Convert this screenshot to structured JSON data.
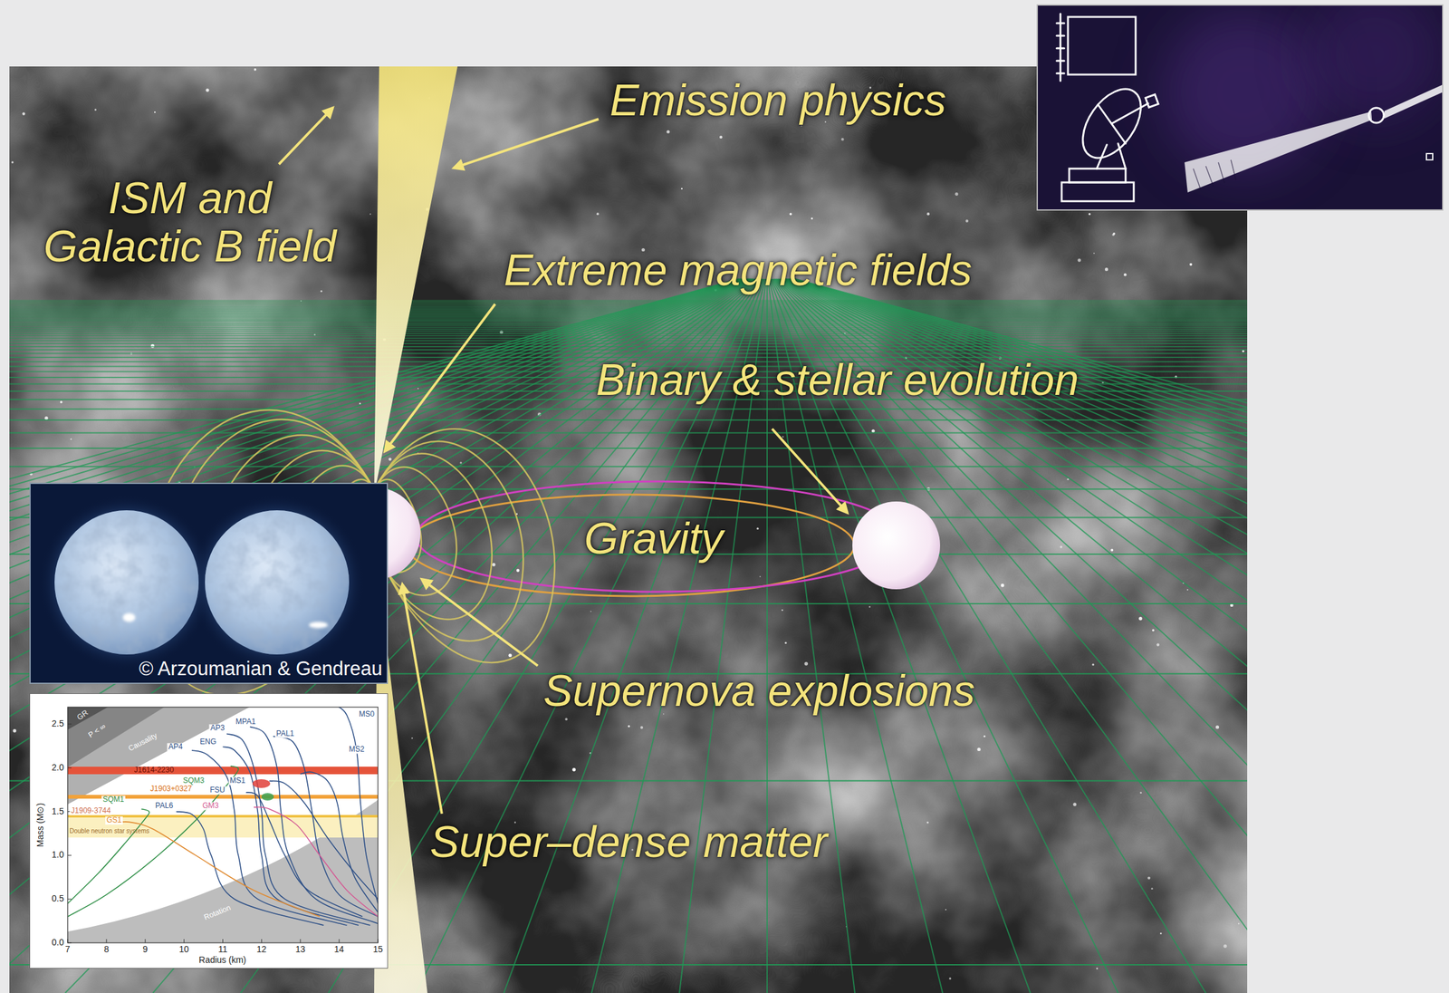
{
  "diagram": {
    "labels": [
      "ISM and Galactic B field",
      "Emission physics",
      "Extreme magnetic fields",
      "Binary & stellar evolution",
      "Gravity",
      "Supernova explosions",
      "Super–dense matter",
      "© Arzoumanian & Gendreau",
      "GR",
      "P < ∞",
      "Causality",
      "MS0",
      "MS2",
      "AP3",
      "MPA1",
      "PAL1",
      "AP4",
      "ENG",
      "J1614-2230",
      "SQM3",
      "MS1",
      "FSU",
      "J1903+0327",
      "GM3",
      "J1909-3744",
      "SQM1",
      "PAL6",
      "GS1",
      "Double neutron star systems",
      "Rotation",
      "2.5",
      "2.0",
      "1.5",
      "1.0",
      "0.5",
      "0.0",
      "7",
      "8",
      "9",
      "10",
      "11",
      "12",
      "13",
      "14",
      "15",
      "Mass (M⊙)",
      "Radius (km)"
    ]
  }
}
